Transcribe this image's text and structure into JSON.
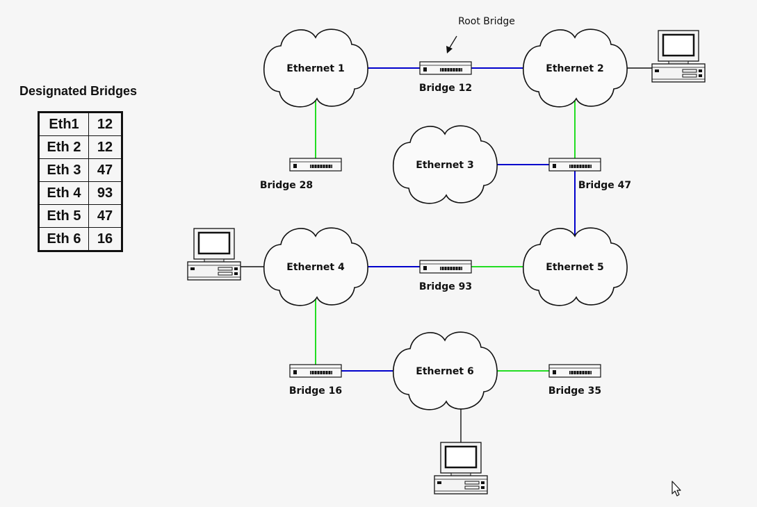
{
  "designated_bridges": {
    "title": "Designated Bridges",
    "rows": [
      {
        "net": "Eth1",
        "bridge": "12"
      },
      {
        "net": "Eth 2",
        "bridge": "12"
      },
      {
        "net": "Eth 3",
        "bridge": "47"
      },
      {
        "net": "Eth 4",
        "bridge": "93"
      },
      {
        "net": "Eth 5",
        "bridge": "47"
      },
      {
        "net": "Eth 6",
        "bridge": "16"
      }
    ]
  },
  "networks": {
    "eth1": "Ethernet 1",
    "eth2": "Ethernet 2",
    "eth3": "Ethernet 3",
    "eth4": "Ethernet 4",
    "eth5": "Ethernet 5",
    "eth6": "Ethernet 6"
  },
  "bridges": {
    "b12": "Bridge 12",
    "b28": "Bridge 28",
    "b47": "Bridge 47",
    "b93": "Bridge 93",
    "b16": "Bridge 16",
    "b35": "Bridge 35"
  },
  "annotations": {
    "root_bridge": "Root Bridge"
  },
  "link_colors": {
    "root_port": "#0000cc",
    "designated_port": "#22dd22",
    "host": "#111111"
  }
}
